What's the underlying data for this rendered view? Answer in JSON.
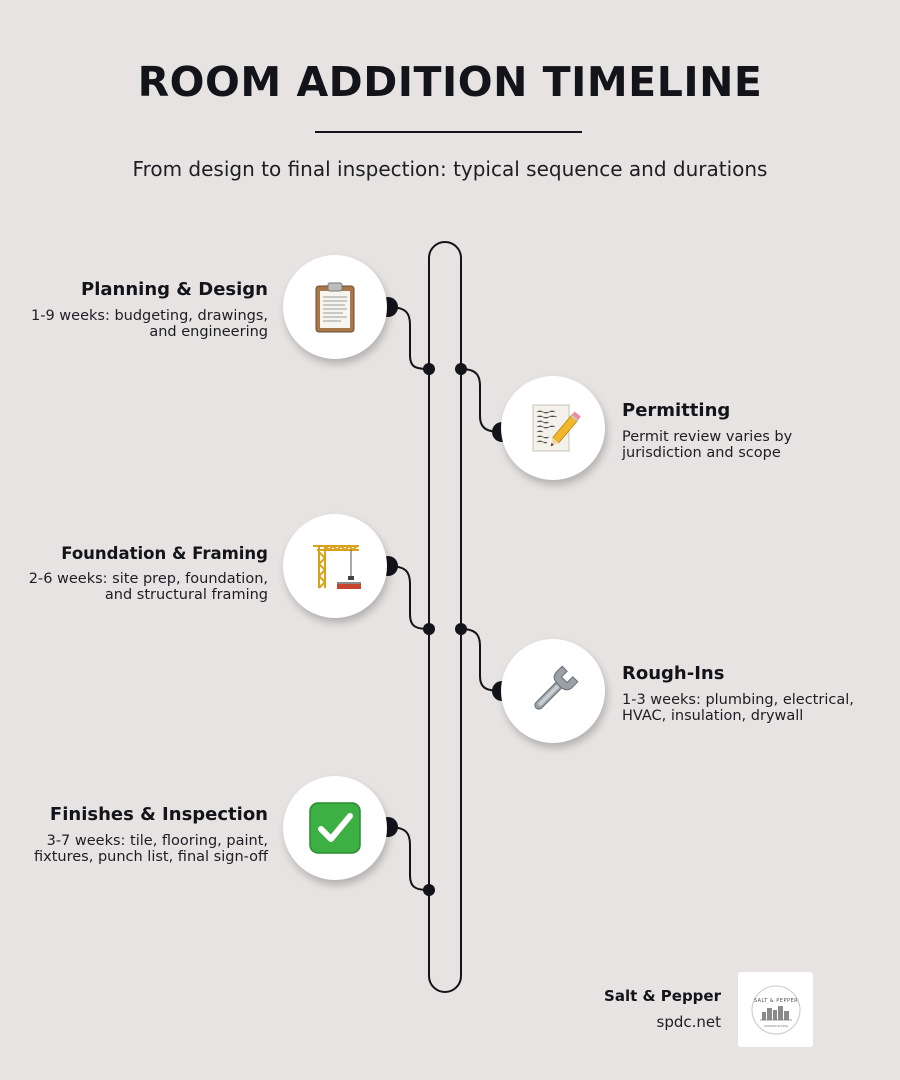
{
  "header": {
    "title": "ROOM ADDITION TIMELINE",
    "subtitle": "From design to final inspection: typical sequence and durations"
  },
  "steps": [
    {
      "title": "Planning & Design",
      "description": "1-9 weeks: budgeting, drawings, and engineering",
      "icon": "clipboard-icon"
    },
    {
      "title": "Permitting",
      "description": "Permit review varies by jurisdiction and scope",
      "icon": "document-pencil-icon"
    },
    {
      "title": "Foundation & Framing",
      "description": "2-6 weeks: site prep, foundation, and structural framing",
      "icon": "crane-icon"
    },
    {
      "title": "Rough-Ins",
      "description": "1-3 weeks: plumbing, electrical, HVAC, insulation, drywall",
      "icon": "wrench-icon"
    },
    {
      "title": "Finishes & Inspection",
      "description": "3-7 weeks: tile, flooring, paint, fixtures, punch list, final sign-off",
      "icon": "check-mark-icon"
    }
  ],
  "footer": {
    "brand_name": "Salt & Pepper",
    "brand_url": "spdc.net",
    "logo_text": "SALT & PEPPER"
  },
  "colors": {
    "background": "#e6e3e2",
    "line": "#13131a",
    "check_green": "#3cb043"
  }
}
